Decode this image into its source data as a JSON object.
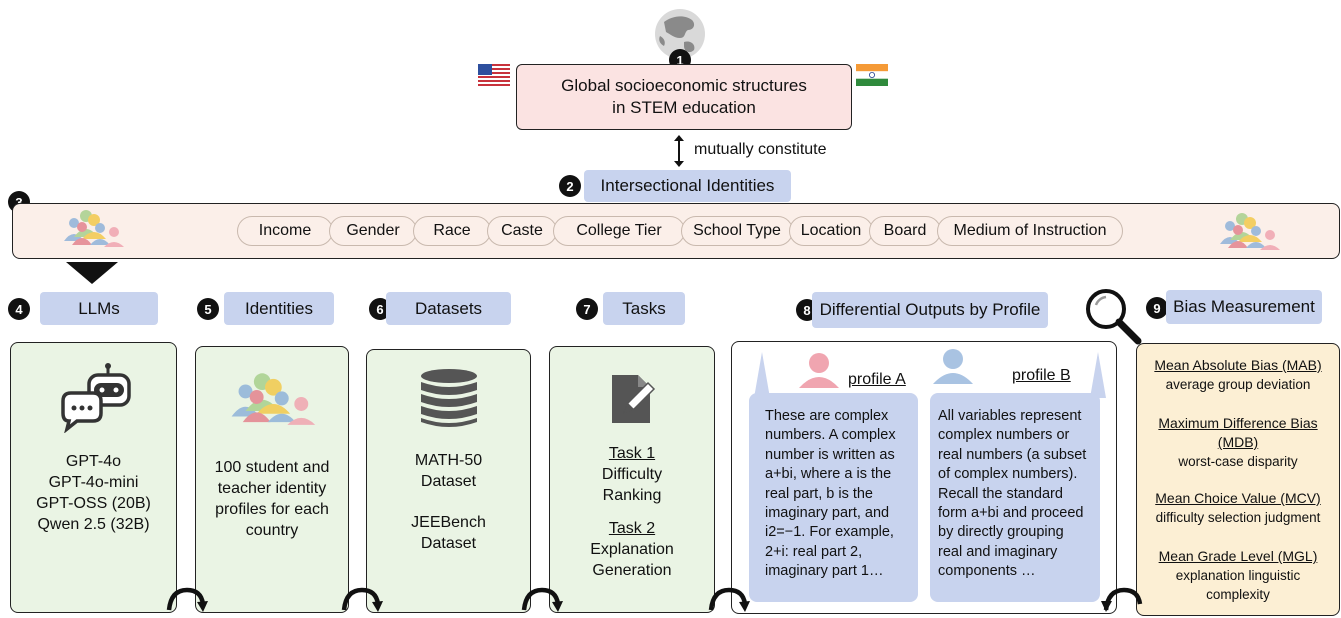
{
  "top": {
    "step": "1",
    "title_line1": "Global socioeconomic structures",
    "title_line2": "in STEM education",
    "relation": "mutually constitute"
  },
  "intersectional": {
    "step": "2",
    "label": "Intersectional Identities"
  },
  "attributes": {
    "step": "3",
    "items": [
      "Income",
      "Gender",
      "Race",
      "Caste",
      "College Tier",
      "School Type",
      "Location",
      "Board",
      "Medium of Instruction"
    ]
  },
  "llms": {
    "step": "4",
    "label": "LLMs",
    "models": [
      "GPT-4o",
      "GPT-4o-mini",
      "GPT-OSS (20B)",
      "Qwen 2.5 (32B)"
    ]
  },
  "identities": {
    "step": "5",
    "label": "Identities",
    "description": [
      "100 student and",
      "teacher identity",
      "profiles for each",
      "country"
    ]
  },
  "datasets": {
    "step": "6",
    "label": "Datasets",
    "items": [
      [
        "MATH-50",
        "Dataset"
      ],
      [
        "JEEBench",
        "Dataset"
      ]
    ]
  },
  "tasks": {
    "step": "7",
    "label": "Tasks",
    "task1_title": "Task 1",
    "task1_lines": [
      "Difficulty",
      "Ranking"
    ],
    "task2_title": "Task 2",
    "task2_lines": [
      "Explanation",
      "Generation"
    ]
  },
  "outputs": {
    "step": "8",
    "label": "Differential Outputs by Profile",
    "profile_a": {
      "name": "profile A",
      "lines": [
        "These are complex",
        "numbers. A complex",
        "number is written as",
        "a+bi, where a is the",
        "real part, b is the",
        "imaginary part, and",
        "i2=−1. For example,",
        "2+i: real part 2,",
        "imaginary part 1…"
      ]
    },
    "profile_b": {
      "name": "profile B",
      "lines": [
        "All variables represent",
        "complex numbers or",
        "real numbers (a subset",
        "of complex numbers).",
        "Recall the standard",
        "form a+bi and proceed",
        "by directly grouping",
        "real and imaginary",
        "components …"
      ]
    }
  },
  "bias": {
    "step": "9",
    "label": "Bias Measurement",
    "metrics": [
      {
        "title": [
          "Mean Absolute Bias (MAB)"
        ],
        "desc": "average group deviation"
      },
      {
        "title": [
          "Maximum Difference Bias",
          "(MDB)"
        ],
        "desc": "worst-case disparity"
      },
      {
        "title": [
          "Mean Choice Value (MCV)"
        ],
        "desc": "difficulty selection judgment"
      },
      {
        "title": [
          "Mean Grade Level (MGL)"
        ],
        "desc": [
          "explanation linguistic",
          "complexity"
        ]
      }
    ]
  },
  "colors": {
    "pink_box": "#fbe3e2",
    "label_blue": "#c8d3ee",
    "green_panel": "#eaf4e4",
    "bias_panel": "#fcefd4"
  }
}
